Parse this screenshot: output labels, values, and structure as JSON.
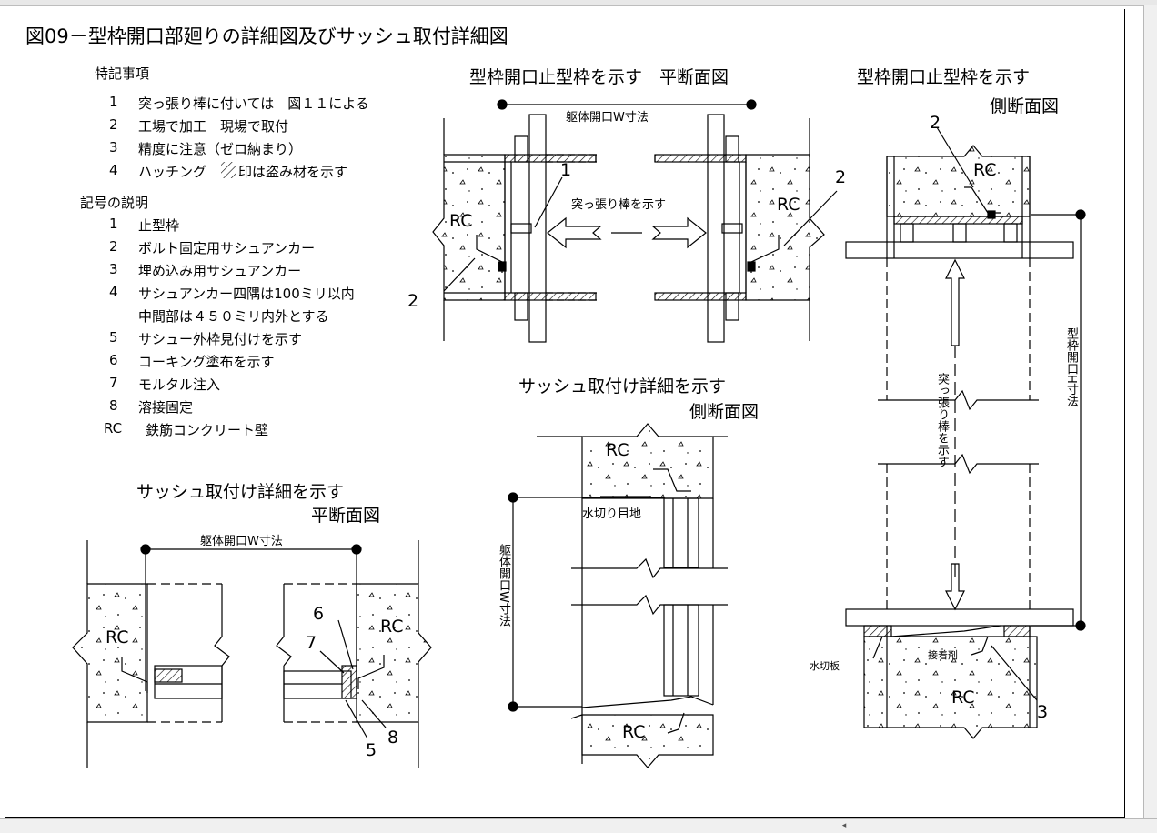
{
  "title": "図09－型枠開口部廻りの詳細図及びサッシュ取付詳細図",
  "notes": {
    "heading": "特記事項",
    "items": [
      {
        "num": "1",
        "text": "突っ張り棒に付いては　図１１による"
      },
      {
        "num": "2",
        "text": "工場で加工　現場で取付"
      },
      {
        "num": "3",
        "text": "精度に注意（ゼロ納まり）"
      },
      {
        "num": "4",
        "text": "ハッチング",
        "suffix": "印は盗み材を示す"
      }
    ]
  },
  "legend": {
    "heading": "記号の説明",
    "items": [
      {
        "num": "1",
        "text": "止型枠"
      },
      {
        "num": "2",
        "text": "ボルト固定用サシュアンカー"
      },
      {
        "num": "3",
        "text": "埋め込み用サシュアンカー"
      },
      {
        "num": "4",
        "text": "サシュアンカー四隅は100ミリ以内"
      },
      {
        "num": "",
        "text": "中間部は４５０ミリ内外とする"
      },
      {
        "num": "5",
        "text": "サシュー外枠見付けを示す"
      },
      {
        "num": "6",
        "text": "コーキング塗布を示す"
      },
      {
        "num": "7",
        "text": "モルタル注入"
      },
      {
        "num": "8",
        "text": "溶接固定"
      },
      {
        "num": "RC",
        "text": "鉄筋コンクリート壁"
      }
    ]
  },
  "views": {
    "plan_top": {
      "title": "型枠開口止型枠を示す　平断面図",
      "dim": "躯体開口W寸法",
      "strut": "突っ張り棒を示す",
      "rc": "RC",
      "marks": [
        "1",
        "2",
        "2"
      ]
    },
    "side_right": {
      "title1": "型枠開口止型枠を示す",
      "title2": "側断面図",
      "rc_top": "RC",
      "rc_bottom": "RC",
      "dim": "型枠開口H寸法",
      "strut": "突っ張り棒を示す",
      "water_plate": "水切板",
      "adhesive": "接着剤",
      "marks": [
        "2",
        "3"
      ]
    },
    "sash_side": {
      "title1": "サッシュ取付け詳細を示す",
      "title2": "側断面図",
      "rc_top": "RC",
      "rc_bottom": "RC",
      "joint": "水切り目地",
      "dim": "躯体開口W寸法"
    },
    "sash_plan": {
      "title1": "サッシュ取付け詳細を示す",
      "title2": "平断面図",
      "dim": "躯体開口W寸法",
      "rc_left": "RC",
      "rc_right": "RC",
      "marks": [
        "6",
        "7",
        "5",
        "8"
      ]
    }
  }
}
